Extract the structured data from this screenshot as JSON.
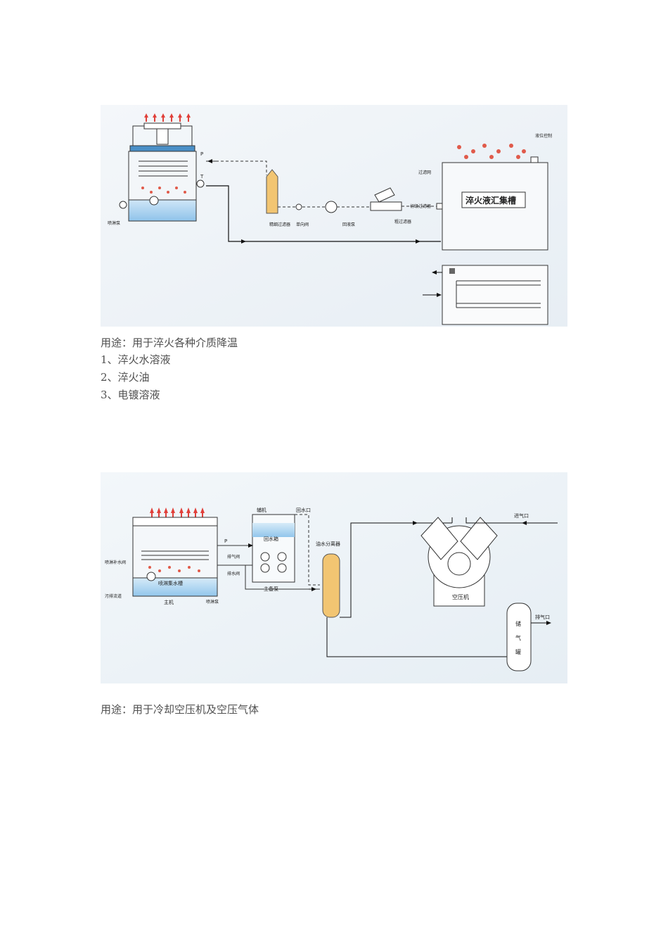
{
  "figure1": {
    "labels": {
      "level_control": "液位控制",
      "filter_valve": "过滤网",
      "tank": "淬火液汇集槽",
      "primary_filter": "初级过滤器",
      "fine_filter": "精细过滤器",
      "check_valve": "单向阀",
      "return_pump": "回液泵",
      "coarse_filter": "粗过滤器",
      "spray_pump": "喷淋泵",
      "P": "P",
      "T": "T"
    }
  },
  "figure2": {
    "labels": {
      "aux": "辅机",
      "return_port": "回水口",
      "return_tank": "回水箱",
      "main_pump": "主备泵",
      "separator": "油水分离器",
      "inlet": "进气口",
      "compressor": "空压机",
      "outlet": "排气口",
      "storage_1": "储",
      "storage_2": "气",
      "storage_3": "罐",
      "spray_makeup": "喷淋补水阀",
      "drain_valve_air": "排气阀",
      "drain_valve_water": "排水阀",
      "collect_tank": "喷淋集水槽",
      "overflow": "污排流道",
      "host": "主机",
      "spray_pump": "喷淋泵",
      "P": "P"
    }
  },
  "text": {
    "usage1": "用途：用于淬火各种介质降温",
    "items": [
      "1、淬火水溶液",
      "2、淬火油",
      "3、电镀溶液"
    ],
    "usage2": "用途：用于冷却空压机及空压气体"
  }
}
